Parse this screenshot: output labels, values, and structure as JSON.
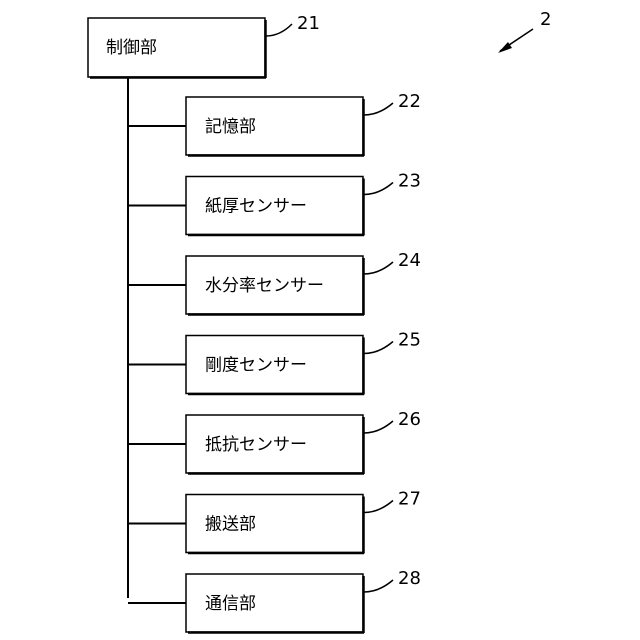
{
  "figure": {
    "figure_ref": "2",
    "root": {
      "label": "制御部",
      "ref": "21"
    },
    "children": [
      {
        "label": "記憶部",
        "ref": "22"
      },
      {
        "label": "紙厚センサー",
        "ref": "23"
      },
      {
        "label": "水分率センサー",
        "ref": "24"
      },
      {
        "label": "剛度センサー",
        "ref": "25"
      },
      {
        "label": "抵抗センサー",
        "ref": "26"
      },
      {
        "label": "搬送部",
        "ref": "27"
      },
      {
        "label": "通信部",
        "ref": "28"
      }
    ]
  }
}
